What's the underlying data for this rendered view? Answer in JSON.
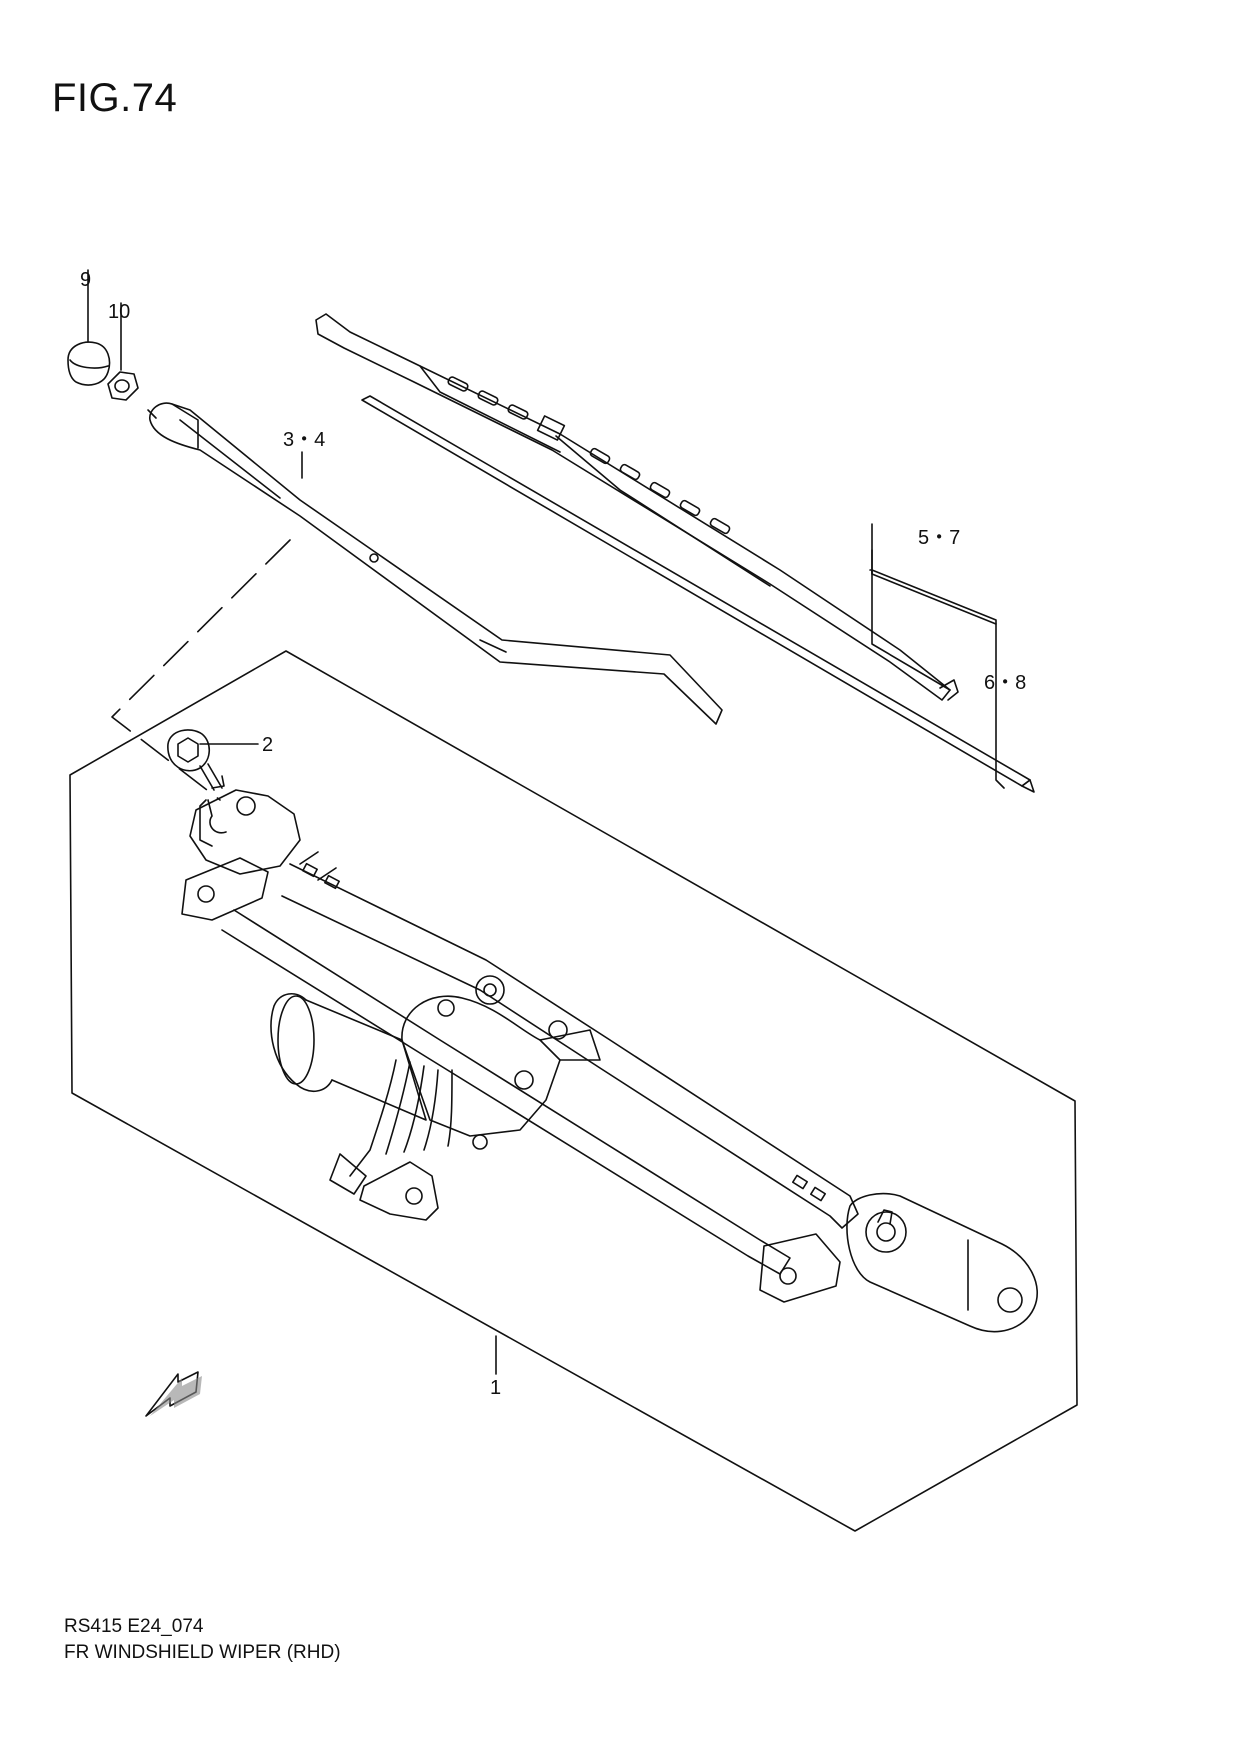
{
  "figure_title": "FIG.74",
  "callouts": {
    "c1": "1",
    "c2": "2",
    "c34": "3・4",
    "c57": "5・7",
    "c68": "6・8",
    "c9": "9",
    "c10": "10"
  },
  "fwd_label": "FWD",
  "footer": {
    "model_code": "RS415 E24_074",
    "description": "FR WINDSHIELD WIPER (RHD)"
  }
}
